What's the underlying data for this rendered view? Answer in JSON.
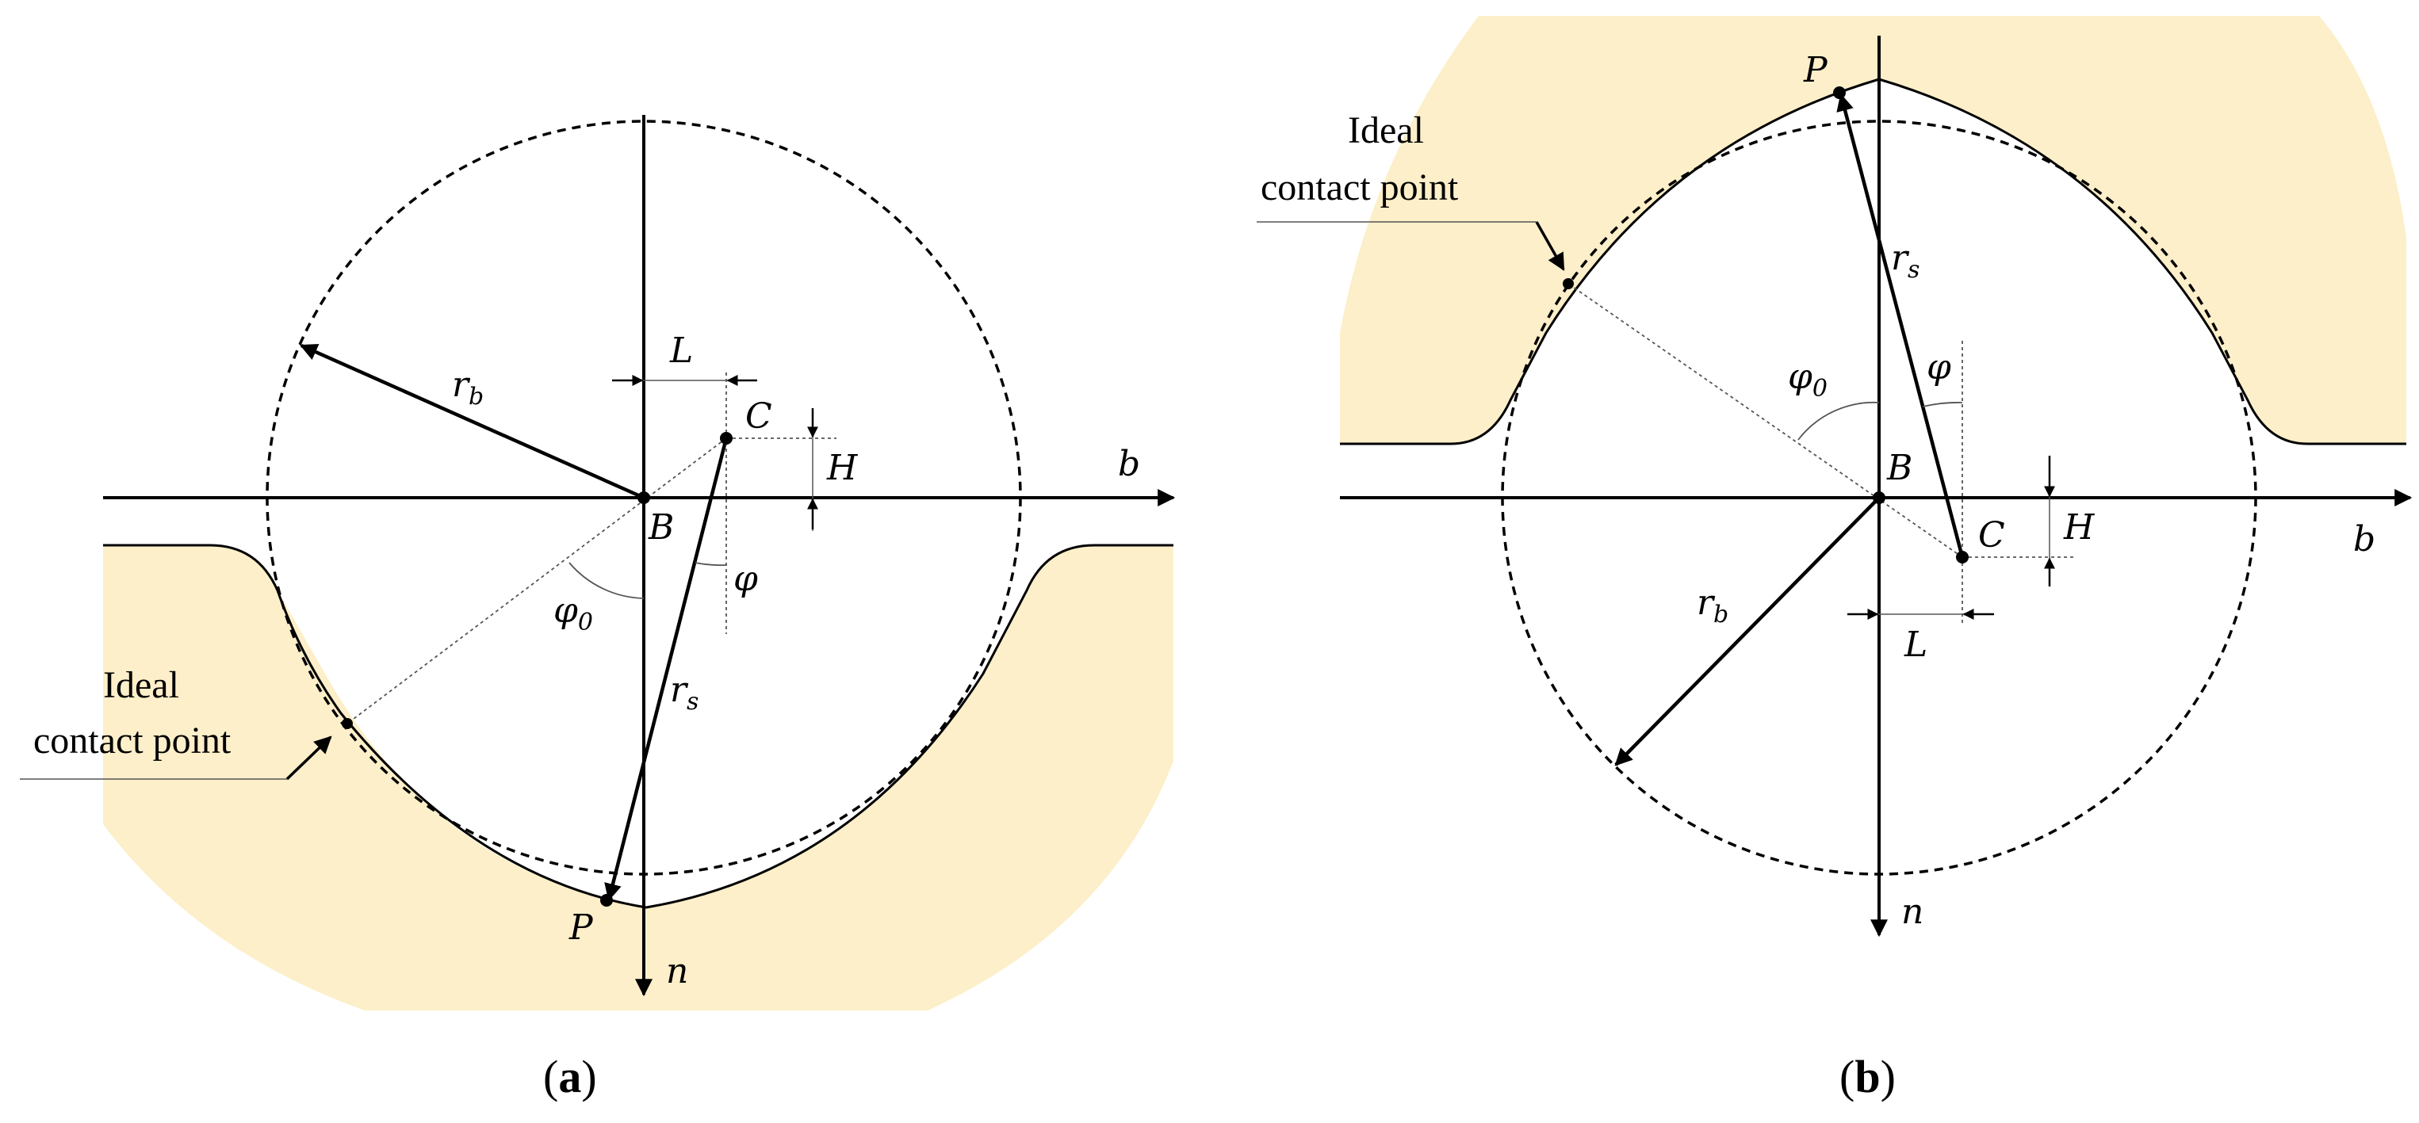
{
  "panel_a": {
    "caption": {
      "open": "(",
      "letter": "a",
      "close": ")"
    },
    "axis_b": "b",
    "axis_n": "n",
    "point_B": "B",
    "point_C": "C",
    "point_P": "P",
    "dim_L": "L",
    "dim_H": "H",
    "radius_b": {
      "main": "r",
      "sub": "b"
    },
    "radius_s": {
      "main": "r",
      "sub": "s"
    },
    "angle_phi": "φ",
    "angle_phi0": {
      "main": "φ",
      "sub": "0"
    },
    "contact_label": [
      "Ideal",
      "contact point"
    ]
  },
  "panel_b": {
    "caption": {
      "open": "(",
      "letter": "b",
      "close": ")"
    },
    "axis_b": "b",
    "axis_n": "n",
    "point_B": "B",
    "point_C": "C",
    "point_P": "P",
    "dim_L": "L",
    "dim_H": "H",
    "radius_b": {
      "main": "r",
      "sub": "b"
    },
    "radius_s": {
      "main": "r",
      "sub": "s"
    },
    "angle_phi": "φ",
    "angle_phi0": {
      "main": "φ",
      "sub": "0"
    },
    "contact_label": [
      "Ideal",
      "contact point"
    ]
  },
  "colors": {
    "fill": "#fcefc9",
    "ink": "#000000"
  }
}
